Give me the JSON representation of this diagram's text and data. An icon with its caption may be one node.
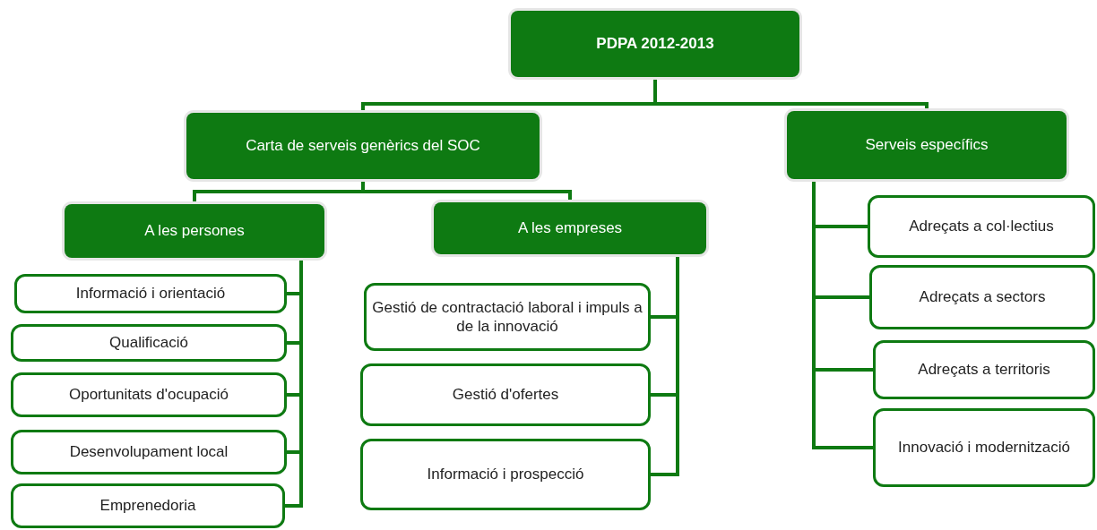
{
  "diagram": {
    "nodes": [
      {
        "text": [
          "PDPA 2012-2013"
        ]
      },
      {
        "text": [
          "Carta de serveis genèrics del SOC"
        ]
      },
      {
        "text": [
          "Serveis específics"
        ]
      },
      {
        "text": [
          "A les persones"
        ]
      },
      {
        "text": [
          "A les empreses"
        ]
      },
      {
        "text": [
          "Informació i orientació"
        ]
      },
      {
        "text": [
          "Qualificació"
        ]
      },
      {
        "text": [
          "Oportunitats d'ocupació"
        ]
      },
      {
        "text": [
          "Desenvolupament local"
        ]
      },
      {
        "text": [
          "Emprenedoria"
        ]
      },
      {
        "text": [
          "Gestió de contractació laboral i impuls a de la innovació"
        ]
      },
      {
        "text": [
          "Gestió d'ofertes"
        ]
      },
      {
        "text": [
          "Informació i prospecció"
        ]
      },
      {
        "text": [
          "Adreçats a col·lectius"
        ]
      },
      {
        "text": [
          "Adreçats a sectors"
        ]
      },
      {
        "text": [
          "Adreçats a territoris"
        ]
      },
      {
        "text": [
          "Innovació i modernització"
        ]
      }
    ],
    "edges": [
      {
        "from": 0,
        "to": 1,
        "arrow": "none"
      },
      {
        "from": 0,
        "to": 2,
        "arrow": "none"
      },
      {
        "from": 1,
        "to": 3,
        "arrow": "none"
      },
      {
        "from": 1,
        "to": 4,
        "arrow": "none"
      },
      {
        "from": 3,
        "to": 5,
        "arrow": "none"
      },
      {
        "from": 3,
        "to": 6,
        "arrow": "none"
      },
      {
        "from": 3,
        "to": 7,
        "arrow": "none"
      },
      {
        "from": 3,
        "to": 8,
        "arrow": "none"
      },
      {
        "from": 3,
        "to": 9,
        "arrow": "none"
      },
      {
        "from": 4,
        "to": 10,
        "arrow": "none"
      },
      {
        "from": 4,
        "to": 11,
        "arrow": "none"
      },
      {
        "from": 4,
        "to": 12,
        "arrow": "none"
      },
      {
        "from": 2,
        "to": 13,
        "arrow": "none"
      },
      {
        "from": 2,
        "to": 14,
        "arrow": "none"
      },
      {
        "from": 2,
        "to": 15,
        "arrow": "none"
      },
      {
        "from": 2,
        "to": 16,
        "arrow": "none"
      }
    ]
  }
}
